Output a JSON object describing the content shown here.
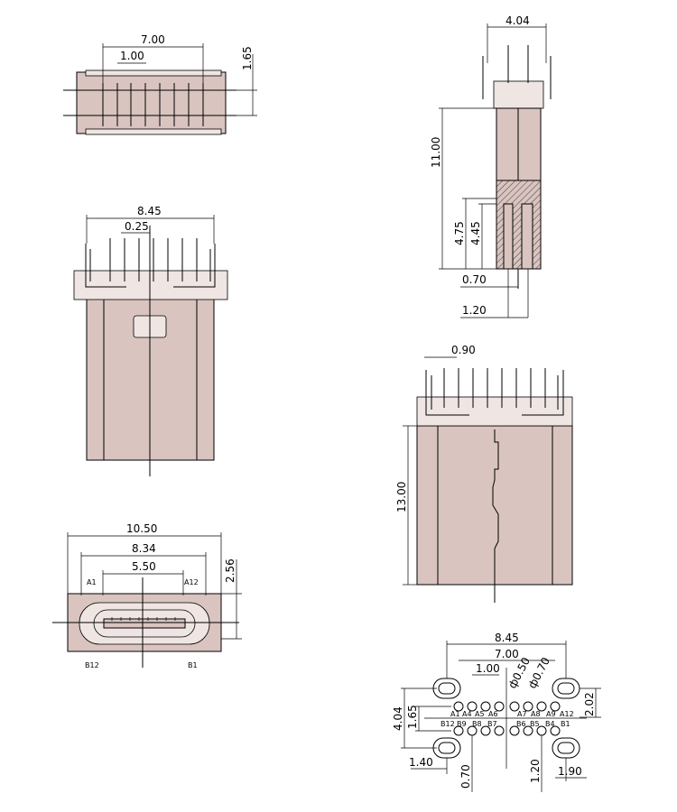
{
  "views": {
    "top": {
      "width": "7.00",
      "pitch": "1.00",
      "height": "1.65"
    },
    "front": {
      "width": "8.45",
      "pin_width": "0.25"
    },
    "end": {
      "outer": "10.50",
      "inner": "8.34",
      "slot": "5.50",
      "height": "2.56",
      "pin_a1": "A1",
      "pin_a12": "A12",
      "pin_b12": "B12",
      "pin_b1": "B1"
    },
    "side": {
      "width": "4.04",
      "length": "11.00",
      "depth1": "4.75",
      "depth2": "4.45",
      "dim1": "0.70",
      "dim2": "1.20"
    },
    "plan": {
      "pitch": "0.90",
      "length": "13.00"
    },
    "footprint": {
      "width": "8.45",
      "inner": "7.00",
      "pitch": "1.00",
      "hole_small": "ф0.50",
      "hole_large": "ф0.70",
      "height": "4.04",
      "row_gap": "1.65",
      "slot_h": "2.02",
      "slot_w_left": "1.40",
      "slot_w_right": "1.90",
      "dim_070": "0.70",
      "dim_120": "1.20",
      "row_a": [
        "A1",
        "A4",
        "A5",
        "A6",
        "A7",
        "A8",
        "A9",
        "A12"
      ],
      "row_b": [
        "B12",
        "B9",
        "B8",
        "B7",
        "B6",
        "B5",
        "B4",
        "B1"
      ]
    }
  },
  "colors": {
    "body": "#d9c4c0",
    "light": "#efe6e4",
    "line": "#000000"
  }
}
